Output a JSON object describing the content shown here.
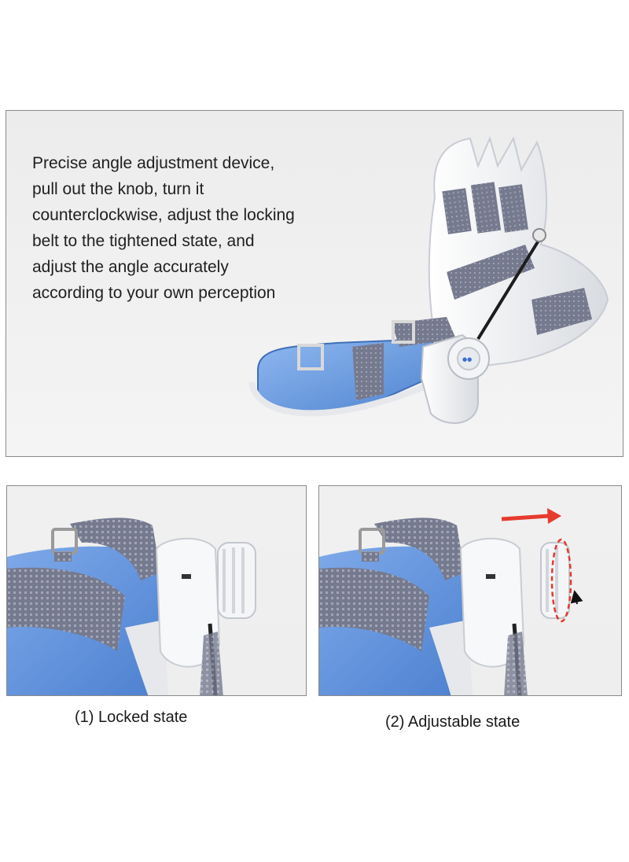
{
  "hero": {
    "description": "Precise angle adjustment device,\npull out the knob, turn it\ncounterclockwise, adjust the locking\nbelt to the tightened state, and\nadjust the angle accurately\naccording to your own perception"
  },
  "states": [
    {
      "caption": "(1) Locked state"
    },
    {
      "caption": "(2) Adjustable state"
    }
  ],
  "colors": {
    "brace_blue": "#6f9fe0",
    "strap_gray": "#7c7f92",
    "shell_white": "#f7f8fa",
    "arrow_red": "#e63b2e"
  }
}
